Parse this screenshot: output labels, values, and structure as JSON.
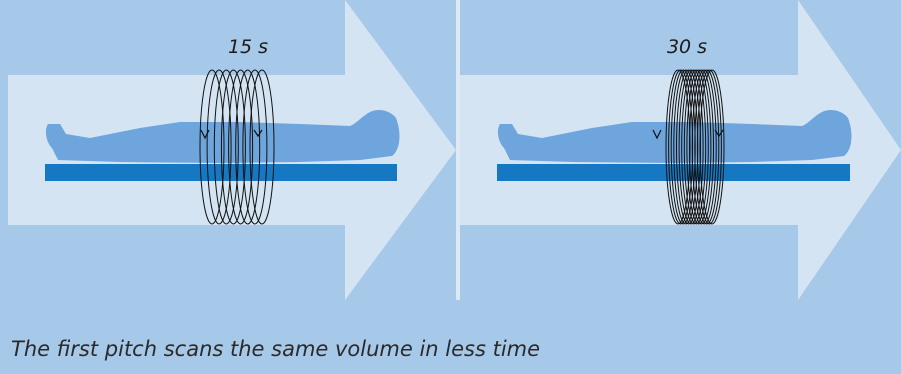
{
  "panels": [
    {
      "id": "left",
      "time_label": "15 s",
      "coil_turns": 8
    },
    {
      "id": "right",
      "time_label": "30 s",
      "coil_turns": 14
    }
  ],
  "caption": "The first pitch scans the same volume in less time",
  "colors": {
    "background": "#a7c9e9",
    "arrow": "#d4e4f3",
    "body": "#6ea5dc",
    "table": "#1678c2",
    "coil": "#111111"
  }
}
